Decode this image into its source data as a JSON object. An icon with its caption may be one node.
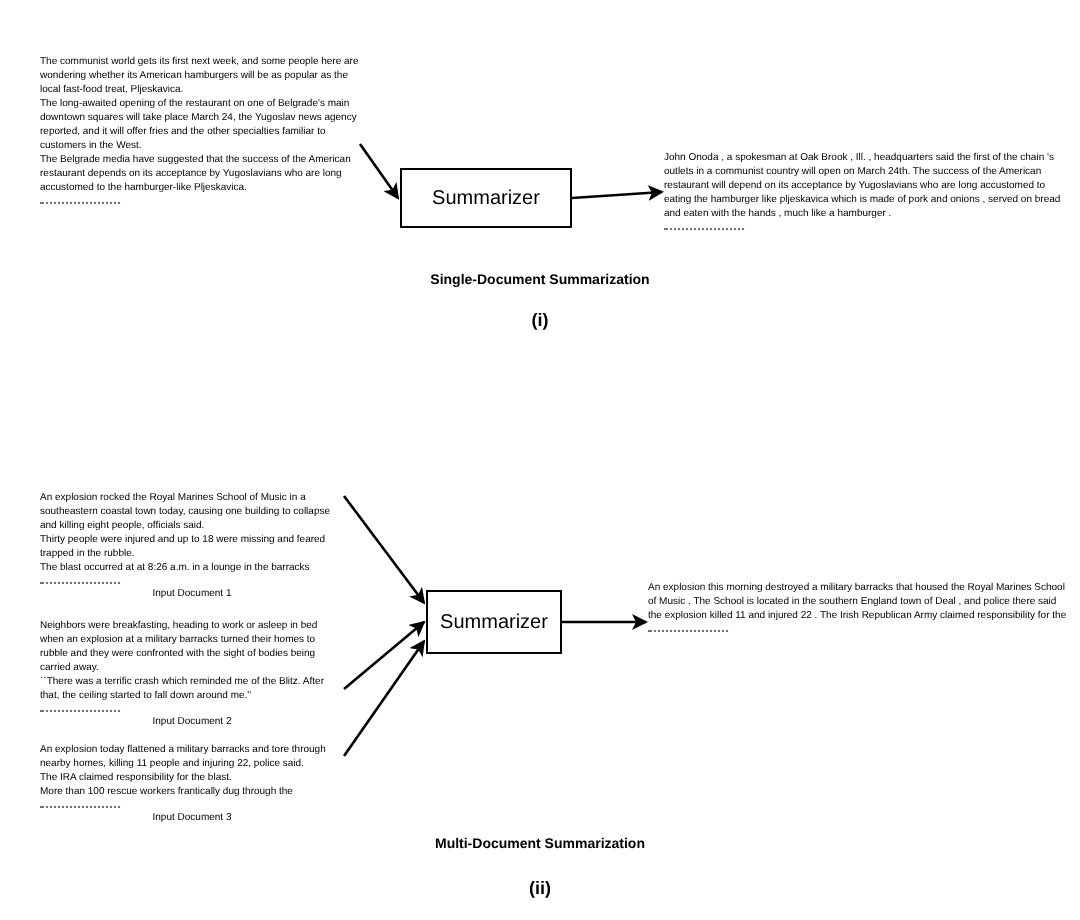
{
  "diagram": {
    "nodes": [
      {
        "text": [
          "The communist world gets its first next week, and some people here are wondering whether its American hamburgers will be as popular as the local fast-food treat, Pljeskavica.",
          "The long-awaited opening of the restaurant on one of Belgrade's main downtown squares will take place March 24, the Yugoslav news agency reported, and it will offer fries and the other specialties familiar to customers in the West.",
          "The Belgrade media have suggested that the success of the American restaurant depends on its acceptance by Yugoslavians who are long accustomed to the hamburger-like Pljeskavica."
        ]
      },
      {
        "text": [
          "Summarizer"
        ]
      },
      {
        "text": [
          "John Onoda , a spokesman at Oak Brook , Ill. , headquarters said the first of the chain 's outlets in a communist country will open on March 24th. The success of the American restaurant will depend on its acceptance by Yugoslavians who are long accustomed to eating the hamburger like pljeskavica which is made of pork and onions , served on bread and eaten with the hands , much like a hamburger ."
        ]
      },
      {
        "text": [
          "An explosion rocked the Royal Marines School of Music in a southeastern coastal town today, causing one building to collapse and killing eight people, officials said.",
          "Thirty people were injured and up to 18 were missing and feared trapped in the rubble.",
          "The blast occurred at at 8:26 a.m. in a lounge in the barracks"
        ],
        "beside": [
          "Input Document 1"
        ]
      },
      {
        "text": [
          "Neighbors were breakfasting, heading to work or asleep in bed when an explosion at a military barracks turned their homes to rubble and they were confronted with the sight of bodies being carried away.",
          "``There was a terrific crash which reminded me of the Blitz. After that, the ceiling started to fall down around me.''"
        ],
        "beside": [
          "Input Document 2"
        ]
      },
      {
        "text": [
          "An explosion today flattened a military barracks and tore through nearby homes, killing 11 people and injuring 22, police said.",
          "The IRA claimed responsibility for the blast.",
          "More than 100 rescue workers frantically dug through the"
        ],
        "beside": [
          "Input Document 3"
        ]
      },
      {
        "text": [
          "Summarizer"
        ]
      },
      {
        "text": [
          "An explosion this morning destroyed a military barracks that housed the Royal Marines School of Music . The School is located in the southern England town of Deal , and police there said the explosion killed 11 and injured 22 . The Irish Republican Army claimed responsibility for the"
        ]
      }
    ],
    "edges": [
      {
        "from": 0,
        "to": 1,
        "arrow": "to"
      },
      {
        "from": 1,
        "to": 2,
        "arrow": "to"
      },
      {
        "from": 3,
        "to": 6,
        "arrow": "to"
      },
      {
        "from": 4,
        "to": 6,
        "arrow": "to"
      },
      {
        "from": 5,
        "to": 6,
        "arrow": "to"
      },
      {
        "from": 6,
        "to": 7,
        "arrow": "to"
      }
    ],
    "labels": [
      "Single-Document Summarization",
      "(i)",
      "Multi-Document Summarization",
      "(ii)"
    ]
  }
}
